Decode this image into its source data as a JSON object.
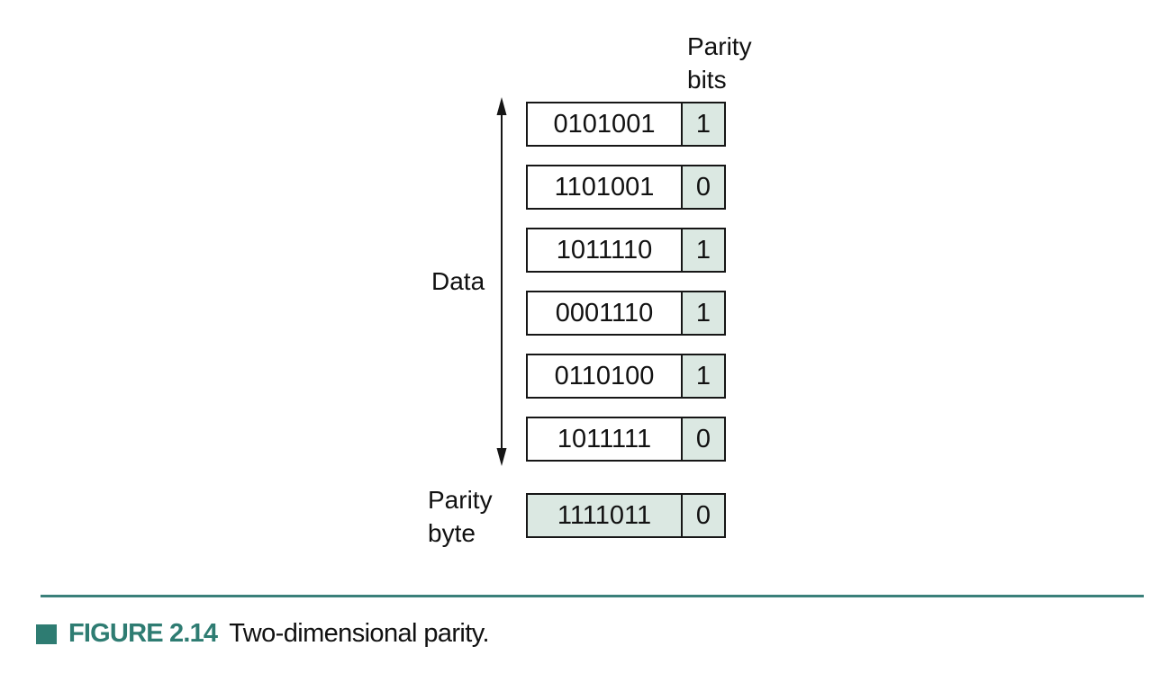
{
  "figure": {
    "parity_bits_header": "Parity bits",
    "data_label": "Data",
    "parity_byte_label": "Parity byte",
    "rows": [
      {
        "data": "0101001",
        "parity": "1"
      },
      {
        "data": "1101001",
        "parity": "0"
      },
      {
        "data": "1011110",
        "parity": "1"
      },
      {
        "data": "0001110",
        "parity": "1"
      },
      {
        "data": "0110100",
        "parity": "1"
      },
      {
        "data": "1011111",
        "parity": "0"
      }
    ],
    "parity_byte_row": {
      "data": "1111011",
      "parity": "0"
    }
  },
  "caption": {
    "figure_label": "FIGURE 2.14",
    "text": "Two-dimensional parity."
  },
  "colors": {
    "teal": "#2e7c72",
    "rule": "#3a807a",
    "cell_fill": "#dbe8e2",
    "border": "#161616"
  }
}
